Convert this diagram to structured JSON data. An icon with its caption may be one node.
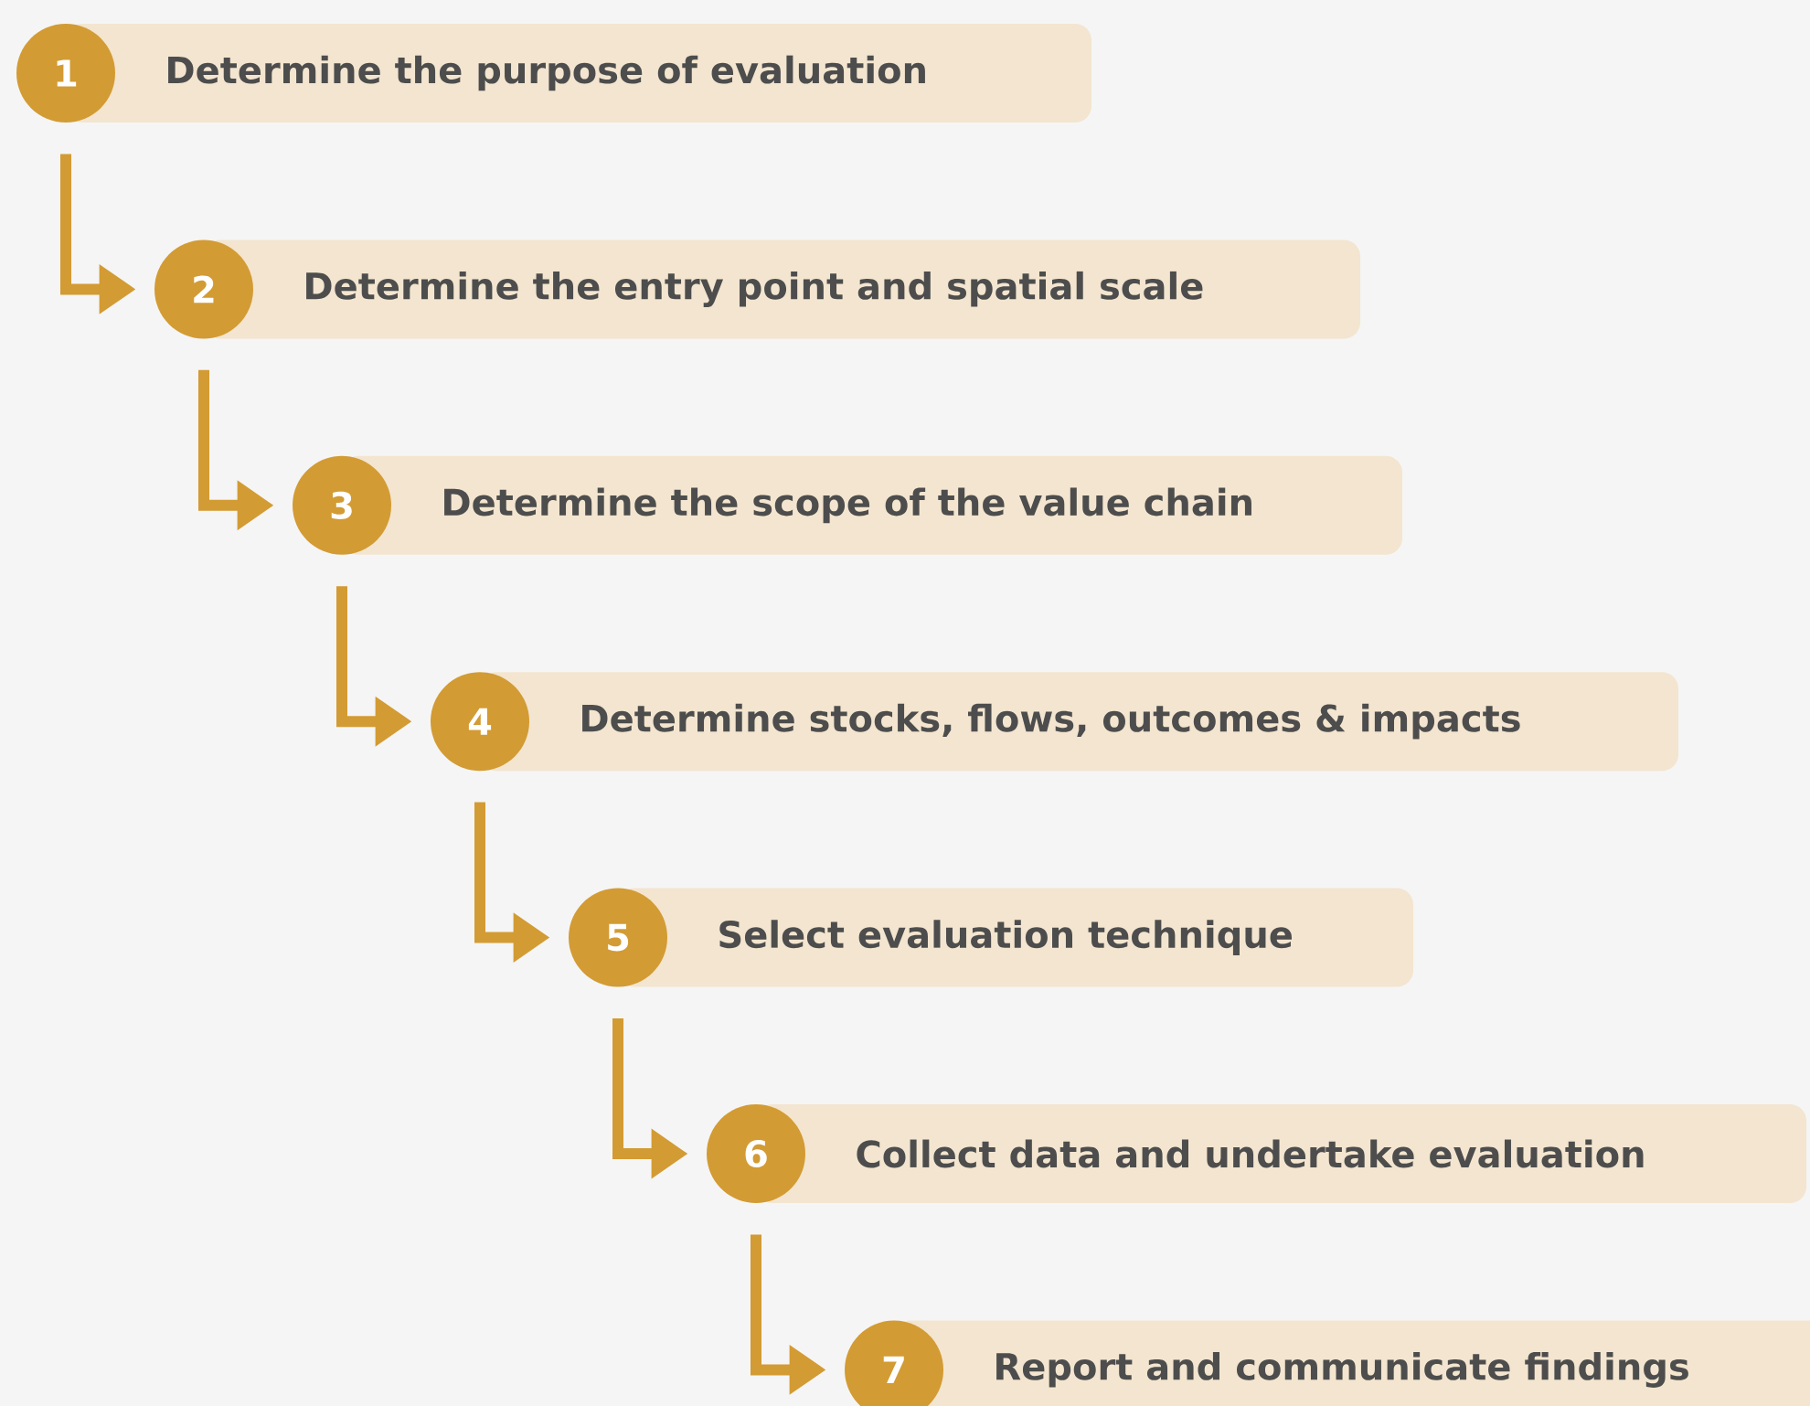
{
  "diagram": {
    "nodes": [
      {
        "text": [
          "1"
        ]
      },
      {
        "text": [
          "Determine the purpose of evaluation"
        ]
      },
      {
        "text": [
          "2"
        ]
      },
      {
        "text": [
          "Determine the entry point and spatial scale"
        ]
      },
      {
        "text": [
          "3"
        ]
      },
      {
        "text": [
          "Determine the scope of the value chain"
        ]
      },
      {
        "text": [
          "4"
        ]
      },
      {
        "text": [
          "Determine stocks, flows, outcomes & impacts"
        ]
      },
      {
        "text": [
          "5"
        ]
      },
      {
        "text": [
          "Select evaluation technique"
        ]
      },
      {
        "text": [
          "6"
        ]
      },
      {
        "text": [
          "Collect data and undertake evaluation"
        ]
      },
      {
        "text": [
          "7"
        ]
      },
      {
        "text": [
          "Report and communicate findings"
        ]
      }
    ],
    "edges": [
      {
        "from": 0,
        "to": 2,
        "arrow": "to"
      },
      {
        "from": 2,
        "to": 4,
        "arrow": "to"
      },
      {
        "from": 4,
        "to": 6,
        "arrow": "to"
      },
      {
        "from": 6,
        "to": 8,
        "arrow": "to"
      },
      {
        "from": 8,
        "to": 10,
        "arrow": "to"
      },
      {
        "from": 10,
        "to": 12,
        "arrow": "to"
      }
    ]
  }
}
